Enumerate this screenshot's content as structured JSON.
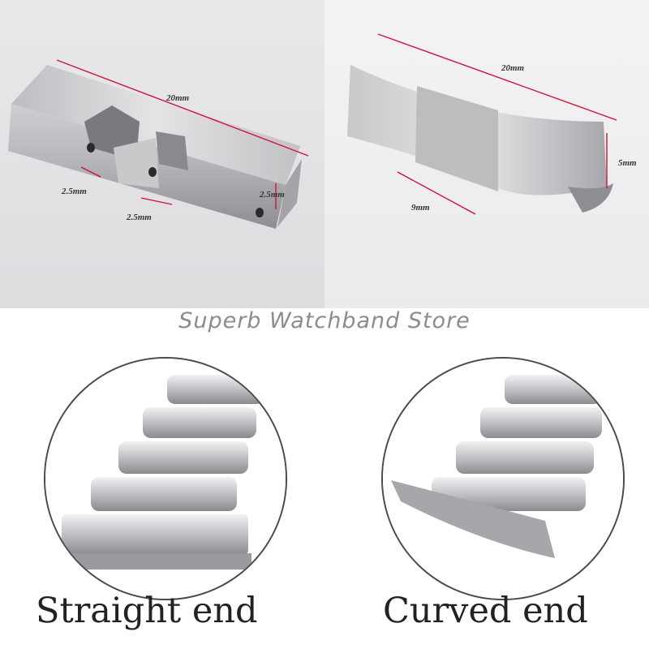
{
  "store_name": "Superb Watchband Store",
  "straight_end": {
    "dim_width": "20mm",
    "dim_gap_left": "2.5mm",
    "dim_gap_center": "2.5mm",
    "dim_height": "2.5mm"
  },
  "curved_end": {
    "dim_width": "20mm",
    "dim_center": "9mm",
    "dim_height": "5mm"
  },
  "captions": {
    "straight": "Straight end",
    "curved": "Curved end"
  },
  "colors": {
    "dimension_line": "#d0103a",
    "steel_light": "#e2e2e4",
    "steel_dark": "#9a9a9e",
    "circle_border": "#4a4a4a"
  }
}
